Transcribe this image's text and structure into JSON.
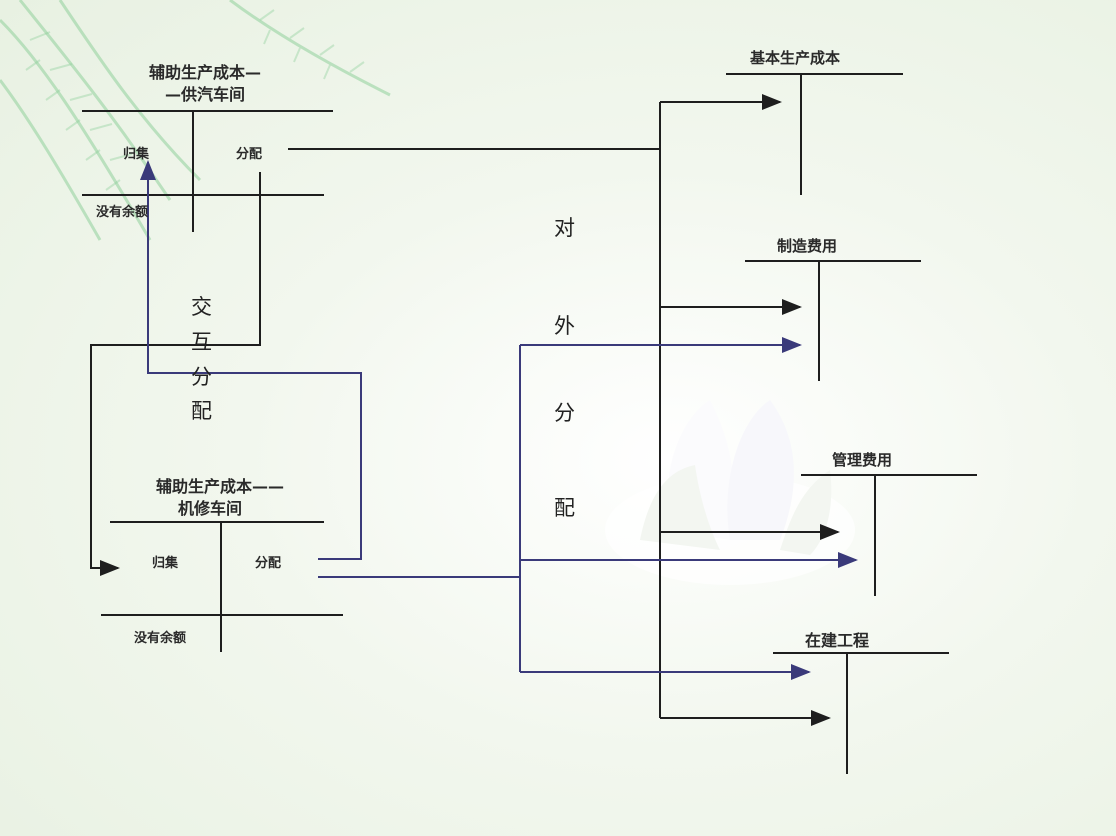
{
  "steam_workshop": {
    "title_line1": "辅助生产成本—",
    "title_line2": "—供汽车间",
    "debit_label": "归集",
    "credit_label": "分配",
    "balance_label": "没有余额"
  },
  "repair_workshop": {
    "title_line1": "辅助生产成本——",
    "title_line2": "机修车间",
    "debit_label": "归集",
    "credit_label": "分配",
    "balance_label": "没有余额"
  },
  "interactive_allocation": {
    "chars": [
      "交",
      "互",
      "分",
      "配"
    ]
  },
  "external_allocation": {
    "chars": [
      "对",
      "外",
      "分",
      "配"
    ]
  },
  "targets": [
    {
      "label": "基本生产成本"
    },
    {
      "label": "制造费用"
    },
    {
      "label": "管理费用"
    },
    {
      "label": "在建工程"
    }
  ],
  "colors": {
    "black_line": "#1e1e1e",
    "blue_line": "#3a3a7a",
    "background": "#eef5ea"
  }
}
